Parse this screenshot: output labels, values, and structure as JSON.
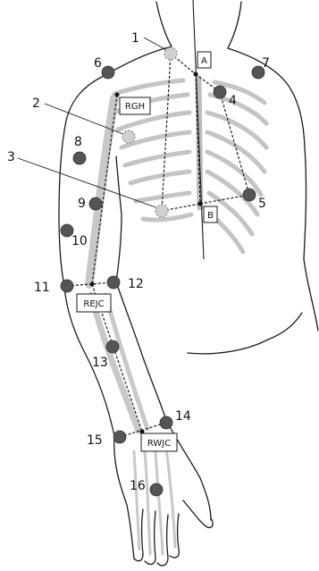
{
  "markers": [
    {
      "id": "m1",
      "label": "1",
      "style": "hollow"
    },
    {
      "id": "m2",
      "label": "2",
      "style": "hollow"
    },
    {
      "id": "m3",
      "label": "3",
      "style": "hollow"
    },
    {
      "id": "m4",
      "label": "4",
      "style": "filled"
    },
    {
      "id": "m5",
      "label": "5",
      "style": "filled"
    },
    {
      "id": "m6",
      "label": "6",
      "style": "filled"
    },
    {
      "id": "m7",
      "label": "7",
      "style": "filled"
    },
    {
      "id": "m8",
      "label": "8",
      "style": "filled"
    },
    {
      "id": "m9",
      "label": "9",
      "style": "filled"
    },
    {
      "id": "m10",
      "label": "10",
      "style": "filled"
    },
    {
      "id": "m11",
      "label": "11",
      "style": "filled"
    },
    {
      "id": "m12",
      "label": "12",
      "style": "filled"
    },
    {
      "id": "m13",
      "label": "13",
      "style": "filled"
    },
    {
      "id": "m14",
      "label": "14",
      "style": "filled"
    },
    {
      "id": "m15",
      "label": "15",
      "style": "filled"
    },
    {
      "id": "m16",
      "label": "16",
      "style": "filled"
    }
  ],
  "boxes": [
    {
      "id": "A",
      "label": "A"
    },
    {
      "id": "B",
      "label": "B"
    },
    {
      "id": "RGH",
      "label": "RGH"
    },
    {
      "id": "REJC",
      "label": "REJC"
    },
    {
      "id": "RWJC",
      "label": "RWJC"
    }
  ],
  "colors": {
    "marker_fill": "#555555",
    "hollow_fill": "#d0d0d0",
    "outline": "#1a1a1a",
    "rib": "#c4c4c4",
    "text": "#111111"
  }
}
